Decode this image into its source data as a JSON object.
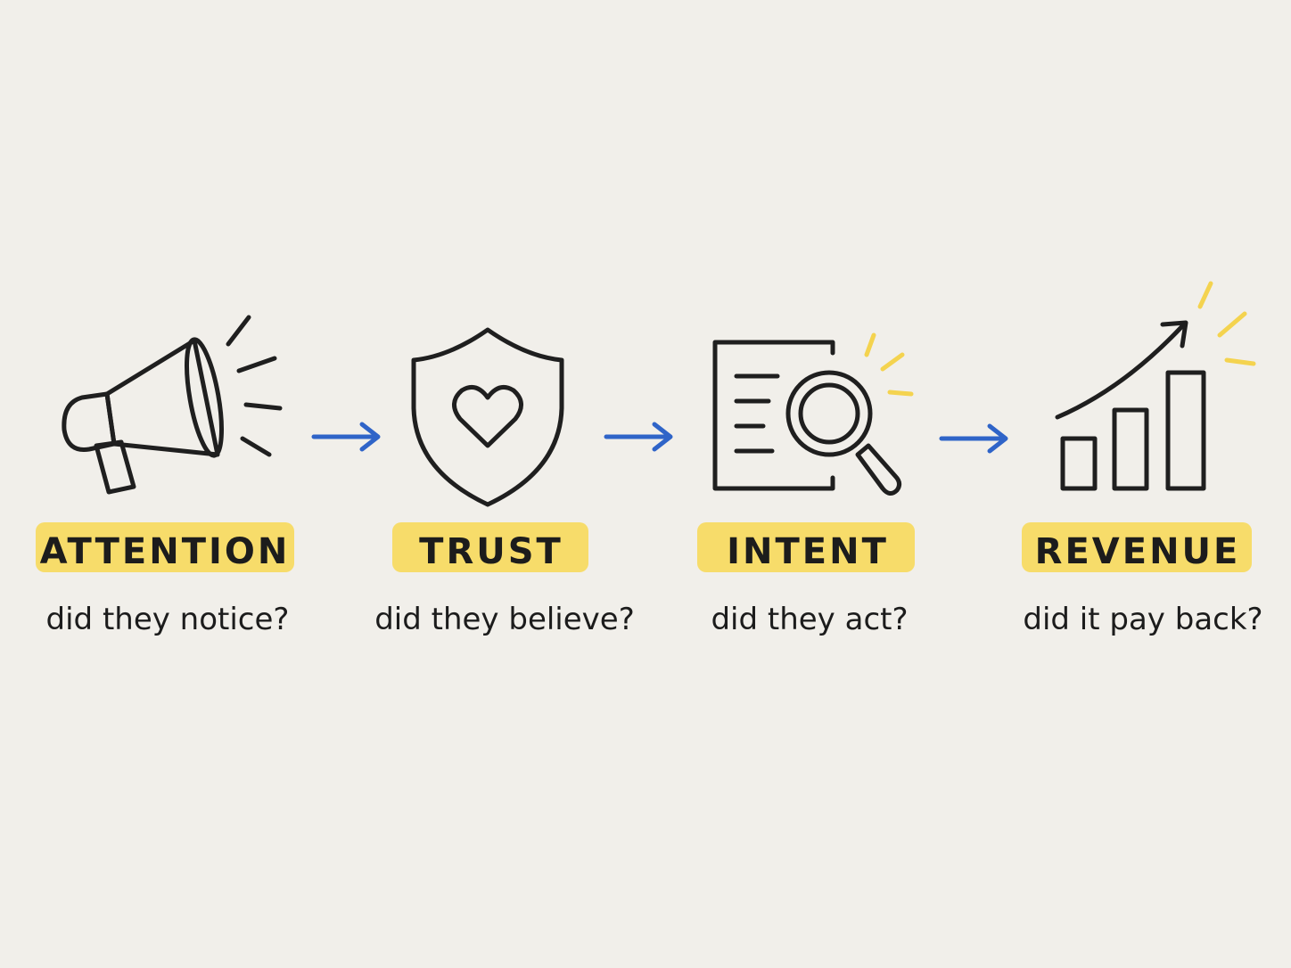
{
  "colors": {
    "background": "#f1efea",
    "ink": "#1f1f1f",
    "blue": "#4a6fe0",
    "blue_light": "#9cb3ef",
    "arrow_blue": "#2f64c8",
    "yellow": "#f4d34f",
    "highlight_yellow": "#f7dc6a"
  },
  "stages": [
    {
      "icon": "megaphone-icon",
      "label": "ATTENTION",
      "question": "did they notice?"
    },
    {
      "icon": "shield-heart-icon",
      "label": "TRUST",
      "question": "did they believe?"
    },
    {
      "icon": "document-magnifier-icon",
      "label": "INTENT",
      "question": "did they act?"
    },
    {
      "icon": "growth-bar-chart-icon",
      "label": "REVENUE",
      "question": "did it pay back?"
    }
  ],
  "connectors": [
    {
      "icon": "arrow-right-icon"
    },
    {
      "icon": "arrow-right-icon"
    },
    {
      "icon": "arrow-right-icon"
    }
  ]
}
